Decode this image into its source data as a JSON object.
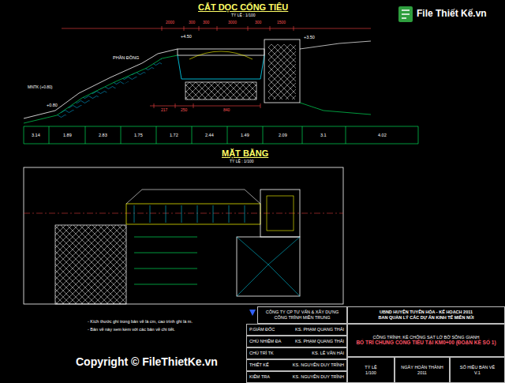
{
  "diagram": {
    "nodes": [
      {
        "text": [
          "CÔNG TY CP TƯ VẤN & XÂY DỰNG CÔNG TRÌNH MIỀN TRUNG"
        ]
      },
      {
        "text": [
          "UBND HUYỆN TUYÊN HÓA - KẾ HOẠCH 2011",
          "BAN QUẢN LÝ CÁC DỰ ÁN KINH TẾ MIỀN NÚI"
        ]
      },
      {
        "text": [
          "CÔNG TRÌNH: KÈ CHỐNG SẠT LỞ BỜ SÔNG GIANH",
          "BỐ TRÍ CHUNG CỐNG TIÊU TẠI KM0+00 (ĐOẠN KÈ SỐ 1)"
        ]
      },
      {
        "text": [
          "P.GIÁM ĐỐC",
          "KS. PHẠM QUANG THÁI"
        ]
      },
      {
        "text": [
          "CHỦ NHIỆM ĐA",
          "KS. PHẠM QUANG THÁI"
        ]
      },
      {
        "text": [
          "CHỦ TRÌ TK",
          "KS. LÊ VĂN HẢI"
        ]
      },
      {
        "text": [
          "THIẾT KẾ",
          "KS. NGUYỄN DUY TRÌNH"
        ]
      },
      {
        "text": [
          "KIỂM TRA",
          "KS. NGUYỄN DUY TRÌNH"
        ]
      },
      {
        "text": [
          "TỶ LỆ",
          "1/100"
        ]
      },
      {
        "text": [
          "NGÀY HOÀN THÀNH",
          "2011"
        ]
      },
      {
        "text": [
          "SỐ HIỆU BẢN VẼ",
          "V.1"
        ]
      }
    ],
    "labels": [
      "CẮT DỌC CỐNG TIÊU",
      "TỶ LỆ : 1/100",
      "MẶT BẰNG",
      "TỶ LỆ : 1/100",
      "PHẦN ĐỒNG",
      "MNTK (+0.80)",
      "+4.50",
      "+3.50",
      "+0.80",
      "2000",
      "300",
      "300",
      "3000",
      "300",
      "1500",
      "217",
      "250",
      "840",
      "3.14",
      "1.89",
      "2.83",
      "1.75",
      "1.72",
      "2.44",
      "1.49",
      "2.09",
      "3.1",
      "4.02",
      "- Kích thước ghi trong bản vẽ là cm, cao trình ghi là m.",
      "- Bản vẽ này xem kèm với các bản vẽ chi tiết.",
      "Copyright © FileThietKe.vn",
      "File Thiết Kế.vn"
    ]
  }
}
